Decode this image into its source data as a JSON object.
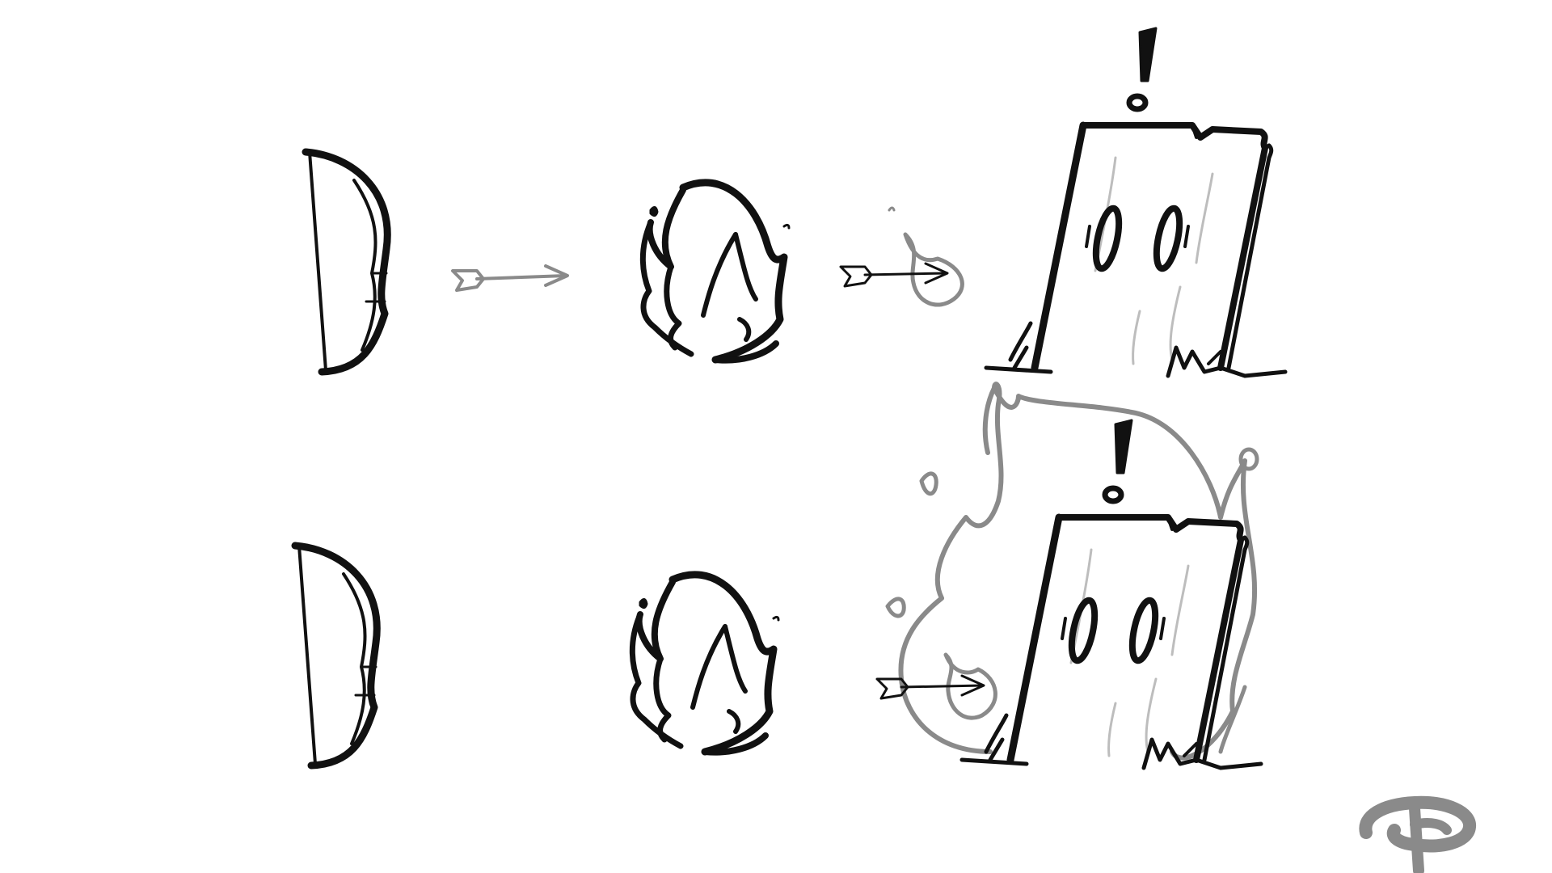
{
  "diagram": {
    "rows": [
      {
        "id": "row-top",
        "items": [
          "bow-icon",
          "arrow-icon",
          "campfire-icon",
          "flaming-arrow-icon",
          "wooden-target-icon"
        ]
      },
      {
        "id": "row-bottom",
        "items": [
          "bow-icon",
          "campfire-icon",
          "burning-wooden-target-icon"
        ]
      }
    ],
    "colors": {
      "ink": "#111111",
      "secondary": "#8a8a8a",
      "light": "#bdbdbd",
      "background": "#ffffff"
    },
    "logo": "artist-signature-logo"
  }
}
